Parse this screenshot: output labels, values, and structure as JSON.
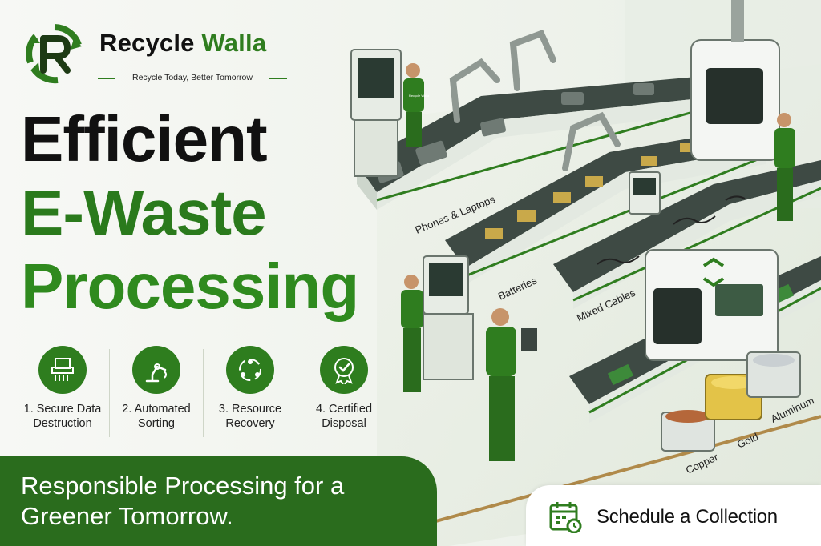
{
  "brand": {
    "name_part1": "Recycle",
    "name_part2": "Walla",
    "tagline": "Recycle Today, Better Tomorrow"
  },
  "headline": {
    "line1": "Efficient",
    "line2": "E-Waste",
    "line3": "Processing"
  },
  "features": [
    {
      "label": "1. Secure Data Destruction",
      "icon": "shredder-icon"
    },
    {
      "label": "2. Automated Sorting",
      "icon": "robot-arm-icon"
    },
    {
      "label": "3. Resource Recovery",
      "icon": "recovery-cycle-icon"
    },
    {
      "label": "4. Certified Disposal",
      "icon": "certified-badge-icon"
    }
  ],
  "tagline_banner": {
    "line1": "Responsible Processing for a",
    "line2": "Greener Tomorrow."
  },
  "cta": {
    "label": "Schedule a Collection",
    "icon": "calendar-icon"
  },
  "illustration": {
    "belt_labels": [
      "Phones & Laptops",
      "Batteries",
      "Mixed Cables"
    ],
    "bin_labels": [
      "Copper",
      "Gold",
      "Aluminum"
    ],
    "worker_shirt_text": "Recycle Walla"
  },
  "colors": {
    "brand_green": "#2f7d1f",
    "dark_green": "#2a6c1d",
    "text_dark": "#111111",
    "background": "#f4f6f2"
  }
}
